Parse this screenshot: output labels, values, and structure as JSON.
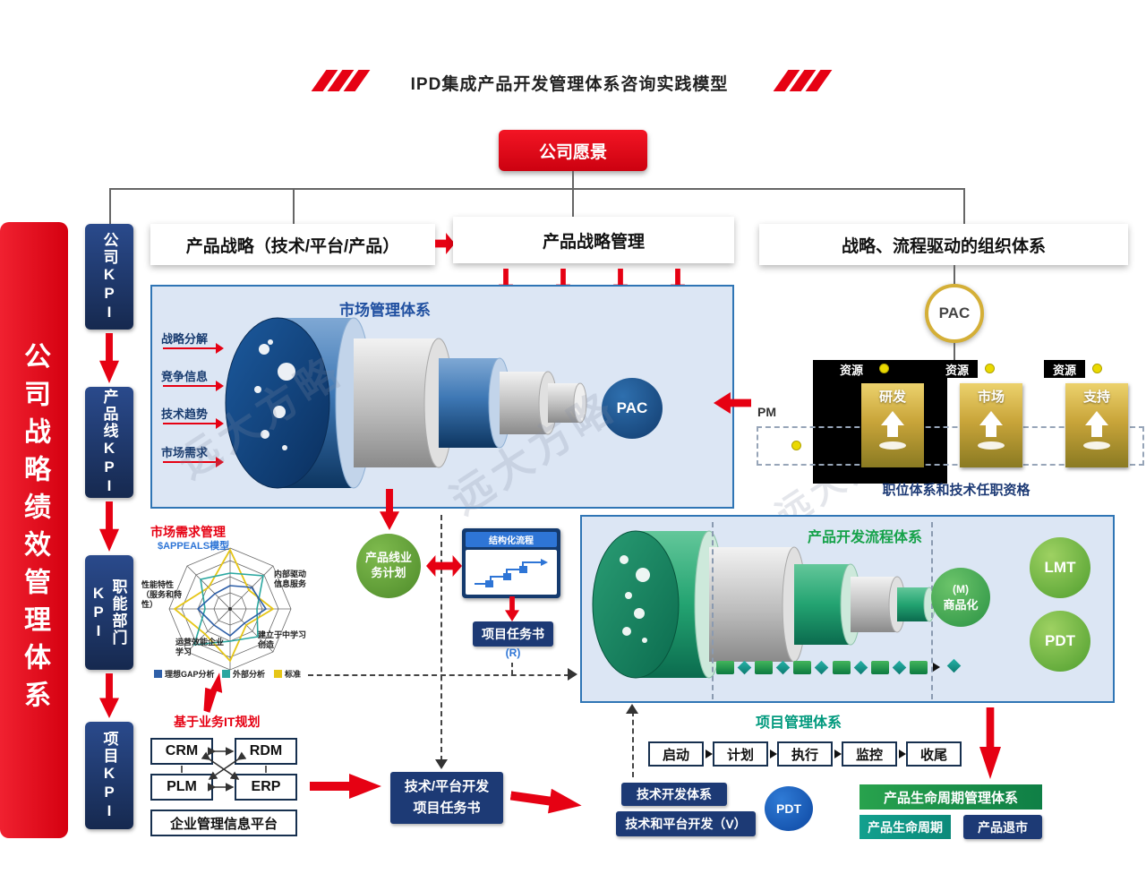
{
  "icons": {
    "check": "✓"
  },
  "watermark": "远大方略",
  "title": "IPD集成产品开发管理体系咨询实践模型",
  "vision_label": "公司愿景",
  "left_bar_label": "公司战略绩效管理体系",
  "kpi_items": [
    "公司KPI",
    "产品线KPI",
    "职能部门KPI",
    "项目KPI"
  ],
  "headers": {
    "left": "产品战略（技术/平台/产品）",
    "center": "产品战略管理",
    "right": "战略、流程驱动的组织体系"
  },
  "market_panel": {
    "title": "市场管理体系",
    "inputs": [
      "战略分解",
      "竞争信息",
      "技术趋势",
      "市场需求"
    ],
    "pac_label": "PAC"
  },
  "org": {
    "pac_label": "PAC",
    "pm_label": "PM",
    "resource_labels": [
      "资源",
      "资源",
      "资源"
    ],
    "roles": [
      "研发",
      "市场",
      "支持"
    ],
    "caption": "职位体系和技术任职资格"
  },
  "demand": {
    "title": "市场需求管理",
    "subtitle": "$APPEALS模型",
    "label_left": "性能特性（服务和特性）",
    "label_right": "内部驱动信息服务",
    "label_bottom_left": "运营效能企业学习",
    "label_bottom_right": "建立于中学习创造",
    "legend": [
      "理想GAP分析",
      "外部分析",
      "标准"
    ]
  },
  "plan_circle_label": "产品线业务计划",
  "mini_flow_title": "结构化流程",
  "charter": {
    "label": "项目任务书",
    "tag": "(R)"
  },
  "dev_panel": {
    "title": "产品开发流程体系",
    "m_label": "(M)",
    "m_text": "商品化",
    "lmt": "LMT",
    "pdt": "PDT"
  },
  "project_mgmt": {
    "title": "项目管理体系",
    "phases": [
      "启动",
      "计划",
      "执行",
      "监控",
      "收尾"
    ]
  },
  "it_planning": {
    "title": "基于业务IT规划",
    "systems": [
      "CRM",
      "RDM",
      "PLM",
      "ERP"
    ],
    "platform": "企业管理信息平台"
  },
  "tech_charter": {
    "line1": "技术/平台开发",
    "line2": "项目任务书"
  },
  "tech_dev": {
    "system": "技术开发体系",
    "platform_dev": "技术和平台开发（V）",
    "pdt": "PDT"
  },
  "lifecycle": {
    "mgmt": "产品生命周期管理体系",
    "cycle": "产品生命周期",
    "retire": "产品退市"
  },
  "colors": {
    "accent_red": "#e60113",
    "navy": "#1d3a75",
    "panel_blue": "#dce6f4",
    "green": "#22a04e",
    "teal": "#00a08a",
    "gold": "#d4af37"
  }
}
